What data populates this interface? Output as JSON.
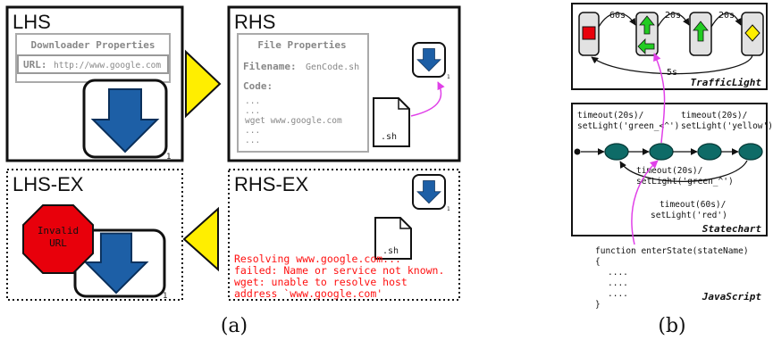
{
  "panel_a": {
    "lhs": {
      "title": "LHS",
      "section_title": "Downloader Properties",
      "url_label": "URL:",
      "url_value": "http://www.google.com",
      "badge": "1"
    },
    "rhs": {
      "title": "RHS",
      "section_title": "File Properties",
      "filename_label": "Filename:",
      "filename_value": "GenCode.sh",
      "code_label": "Code:",
      "code_lines": [
        "...",
        "...",
        "wget www.google.com",
        "...",
        "..."
      ],
      "file_ext": ".sh",
      "badge": "1"
    },
    "lhs_ex": {
      "title": "LHS-EX",
      "error_sign": [
        "Invalid",
        "URL"
      ],
      "badge": "1"
    },
    "rhs_ex": {
      "title": "RHS-EX",
      "file_ext": ".sh",
      "badge": "1",
      "error_lines": [
        "Resolving www.google.com...",
        "failed: Name or service not known.",
        "wget: unable to resolve host",
        "address `www.google.com'"
      ]
    },
    "caption": "(a)"
  },
  "panel_b": {
    "traffic_light": {
      "title": "TrafficLight",
      "durations": [
        "60s",
        "20s",
        "20s",
        "5s"
      ]
    },
    "statechart": {
      "title": "Statechart",
      "labels": [
        [
          "timeout(20s)/",
          "setLight('green_<^')"
        ],
        [
          "timeout(20s)/",
          "setLight('yellow')"
        ],
        [
          "timeout(20s)/",
          "setLight('green_^')"
        ],
        [
          "timeout(60s)/",
          "setLight('red')"
        ]
      ]
    },
    "javascript": {
      "title": "JavaScript",
      "lines": [
        "function enterState(stateName)",
        "{",
        "....",
        "....",
        "....",
        "}"
      ]
    },
    "caption": "(b)"
  },
  "colors": {
    "red": "#e8000b",
    "yellow": "#ffee00",
    "blue_arrow": "#1d5fa6",
    "green_arrow": "#22cc22",
    "teal_node": "#0e6b67",
    "magenta_link": "#e040e8",
    "error_text": "#ff1010"
  }
}
